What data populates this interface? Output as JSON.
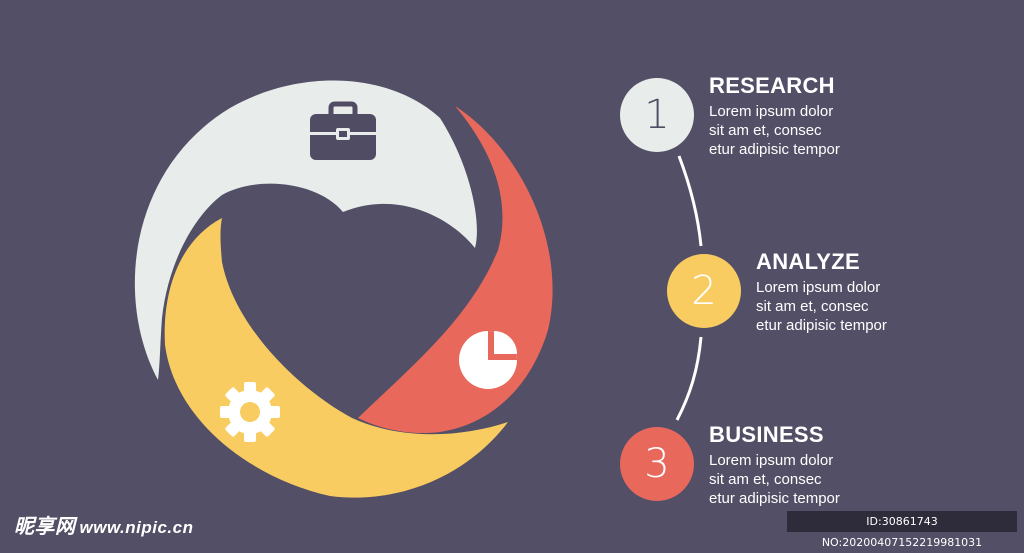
{
  "steps": [
    {
      "number": "1",
      "title": "RESEARCH",
      "lines": [
        "Lorem ipsum dolor",
        "sit am et, consec",
        "etur adipisic tempor"
      ],
      "color": "#e8ecea",
      "number_color": "#4f4c63",
      "icon": "briefcase-icon"
    },
    {
      "number": "2",
      "title": "ANALYZE",
      "lines": [
        "Lorem ipsum dolor",
        "sit am et, consec",
        "etur adipisic tempor"
      ],
      "color": "#f9cc62",
      "number_color": "#ffffff",
      "icon": "gear-icon"
    },
    {
      "number": "3",
      "title": "BUSINESS",
      "lines": [
        "Lorem ipsum dolor",
        "sit am et, consec",
        "etur adipisic tempor"
      ],
      "color": "#e8685c",
      "number_color": "#ffffff",
      "icon": "pie-chart-icon"
    }
  ],
  "watermark": {
    "brand": "昵享网",
    "site": "www.nipic.cn"
  },
  "id_text": "ID:30861743 NO:20200407152219981031",
  "colors": {
    "background": "#524f66",
    "connector": "#ffffff"
  }
}
